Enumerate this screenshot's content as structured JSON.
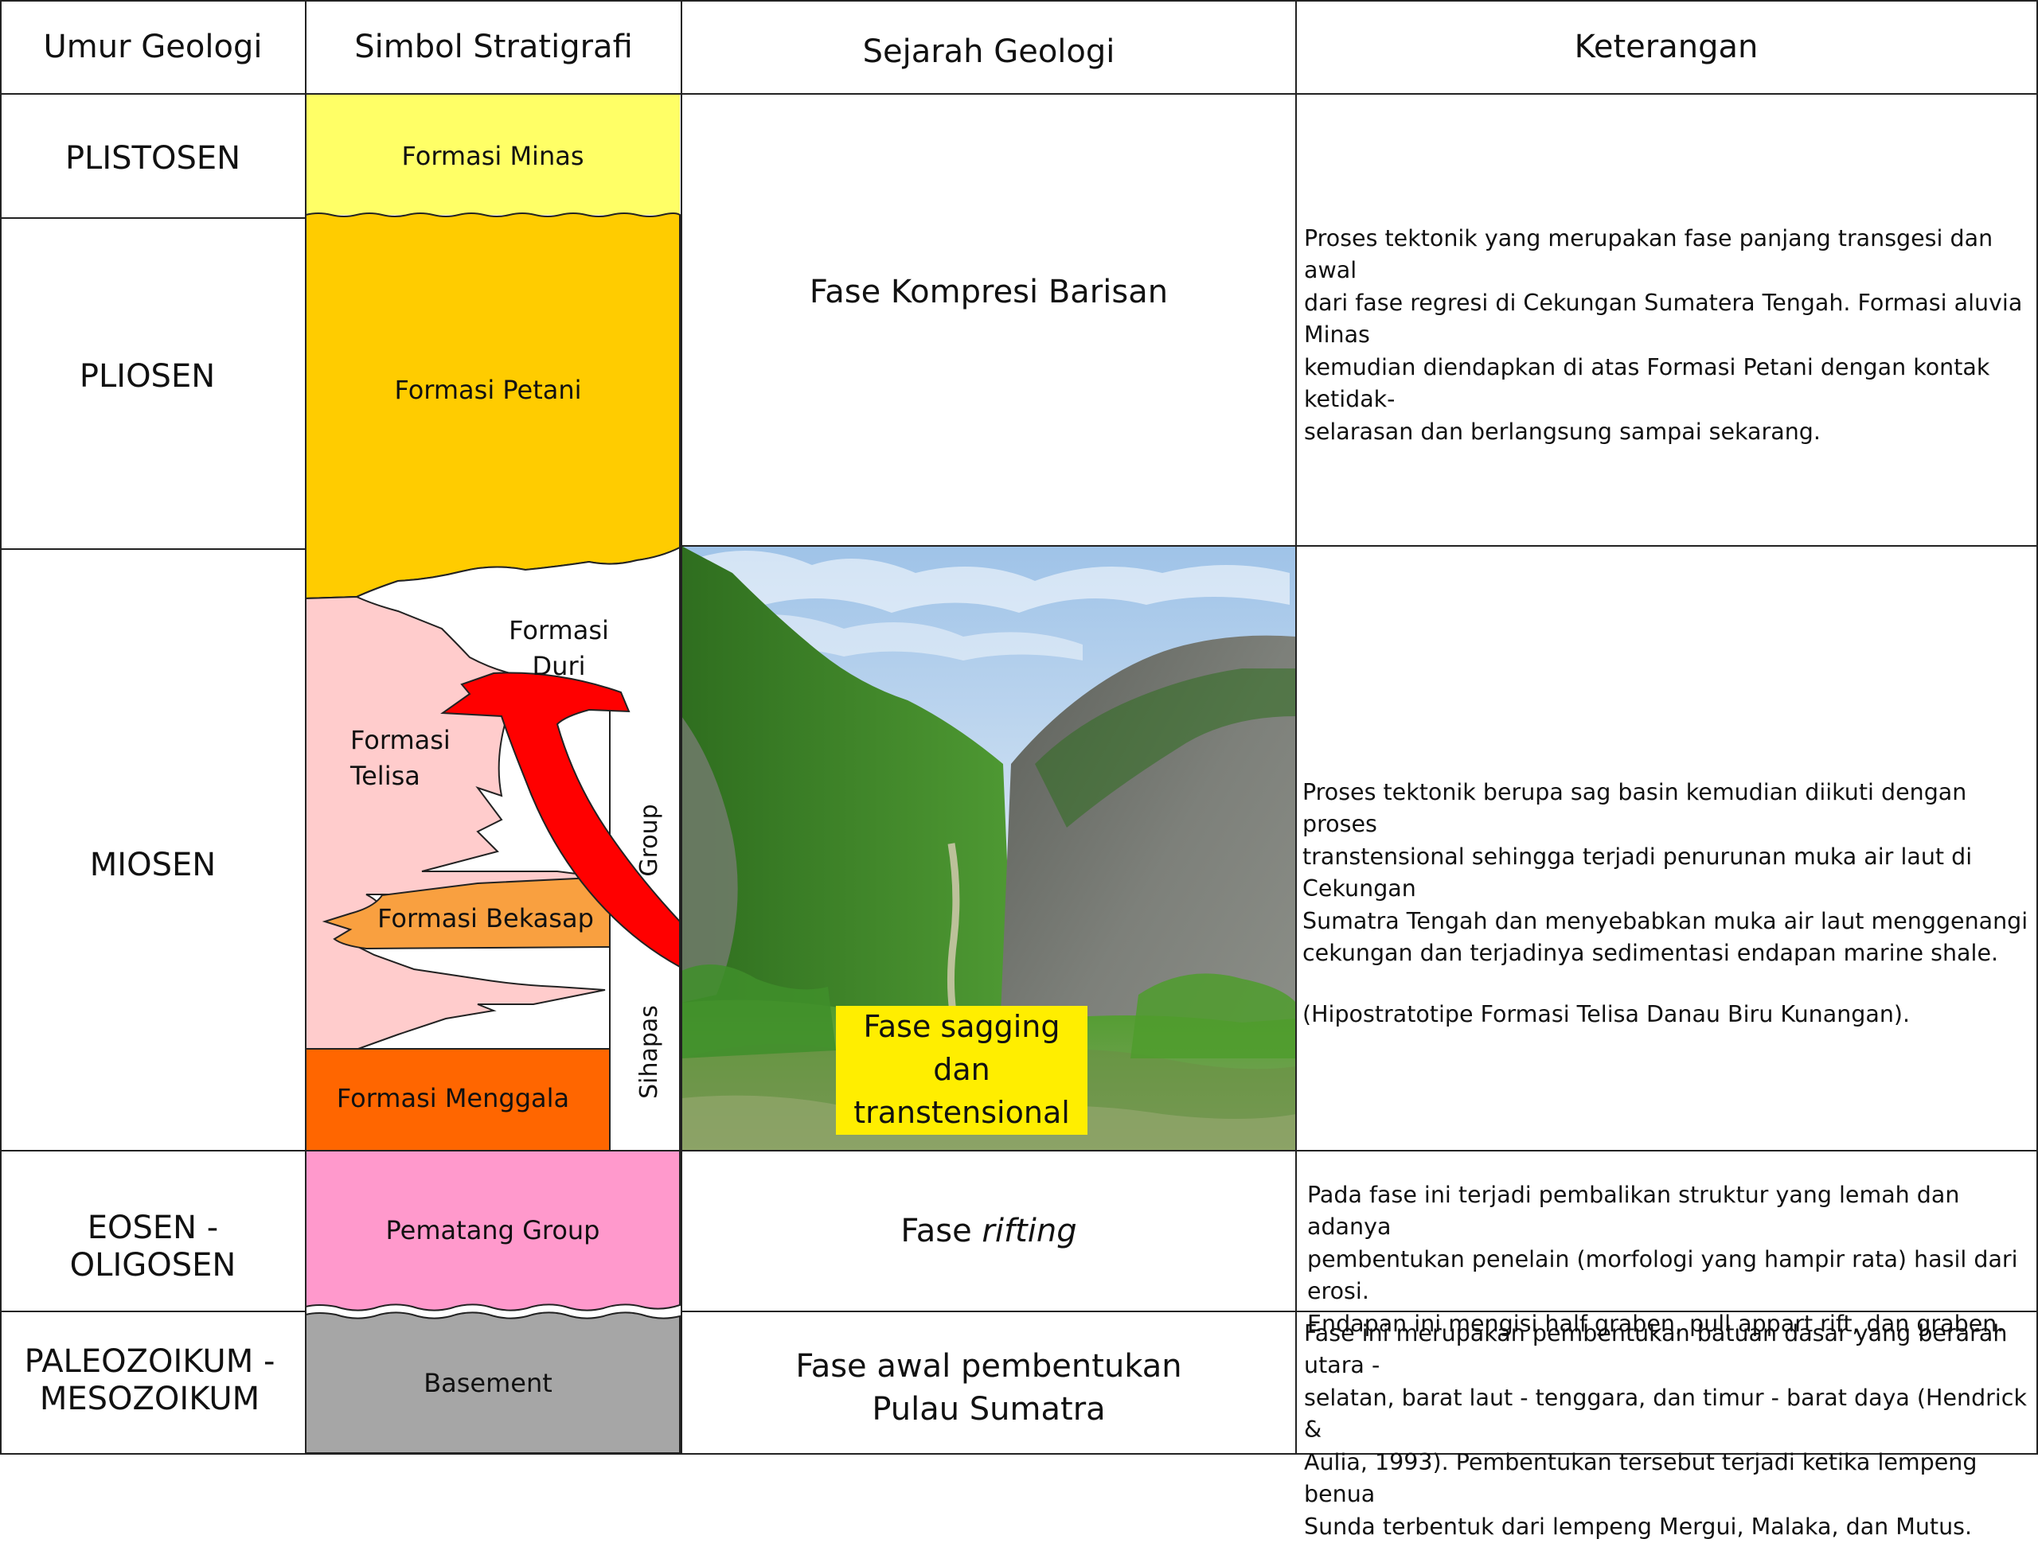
{
  "headers": {
    "age": "Umur Geologi",
    "strat": "Simbol Stratigrafi",
    "history": "Sejarah Geologi",
    "notes": "Keterangan"
  },
  "ages": {
    "plistosen": "PLISTOSEN",
    "pliosen": "PLIOSEN",
    "miosen": "MIOSEN",
    "eosen_oligosen": "EOSEN - OLIGOSEN",
    "paleozoikum_line1": "PALEOZOIKUM -",
    "paleozoikum_line2": "MESOZOIKUM"
  },
  "formations": {
    "minas": "Formasi Minas",
    "petani": "Formasi Petani",
    "duri_line1": "Formasi",
    "duri_line2": "Duri",
    "telisa_line1": "Formasi",
    "telisa_line2": "Telisa",
    "bekasap": "Formasi Bekasap",
    "menggala": "Formasi Menggala",
    "group_label": "Group",
    "sihapas_label": "Sihapas",
    "pematang": "Pematang Group",
    "basement": "Basement"
  },
  "phases": {
    "kompresi": "Fase Kompresi Barisan",
    "sagging_line1": "Fase sagging dan",
    "sagging_line2": "transtensional",
    "rifting_prefix": "Fase ",
    "rifting_italic": "rifting",
    "awal_line1": "Fase awal pembentukan",
    "awal_line2": "Pulau Sumatra"
  },
  "notes": {
    "kompresi": [
      "Proses tektonik yang merupakan fase panjang transgesi dan awal",
      "dari fase regresi di Cekungan Sumatera Tengah. Formasi aluvia Minas",
      "kemudian diendapkan di atas Formasi Petani dengan kontak ketidak-",
      "selarasan dan berlangsung sampai sekarang."
    ],
    "sagging": [
      "Proses tektonik berupa sag basin kemudian diikuti dengan proses",
      "transtensional sehingga terjadi penurunan muka air laut di Cekungan",
      "Sumatra Tengah dan menyebabkan muka air laut menggenangi",
      "cekungan dan terjadinya sedimentasi endapan marine shale."
    ],
    "sagging_ref": "(Hipostratotipe Formasi Telisa Danau Biru Kunangan).",
    "rifting": [
      "Pada fase ini terjadi pembalikan struktur yang lemah dan adanya",
      "pembentukan penelain (morfologi yang hampir rata) hasil dari erosi.",
      "Endapan ini mengisi half graben, pull appart rift, dan graben."
    ],
    "basement": [
      "Fase ini merupakan pembentukan batuan dasar yang berarah utara -",
      "selatan, barat laut - tenggara, dan timur - barat daya (Hendrick &",
      "Aulia, 1993). Pembentukan tersebut terjadi ketika lempeng benua",
      "Sunda terbentuk dari lempeng Mergui, Malaka, dan Mutus."
    ]
  },
  "colors": {
    "minas": "#ffff66",
    "petani": "#ffcc00",
    "telisa": "#ffcccc",
    "bekasap": "#f9a040",
    "menggala": "#ff6600",
    "pematang": "#ff99cc",
    "basement": "#a6a6a6",
    "arrow": "#ff0000",
    "caption_bg": "#ffee00",
    "sky": "#b9d4ee",
    "vegetation": "#3f8f2a",
    "cliff": "#6d6f68"
  },
  "icons": {
    "red_arrow": "curved-arrow-icon",
    "landscape_photo": "limestone-cliff-photo"
  }
}
